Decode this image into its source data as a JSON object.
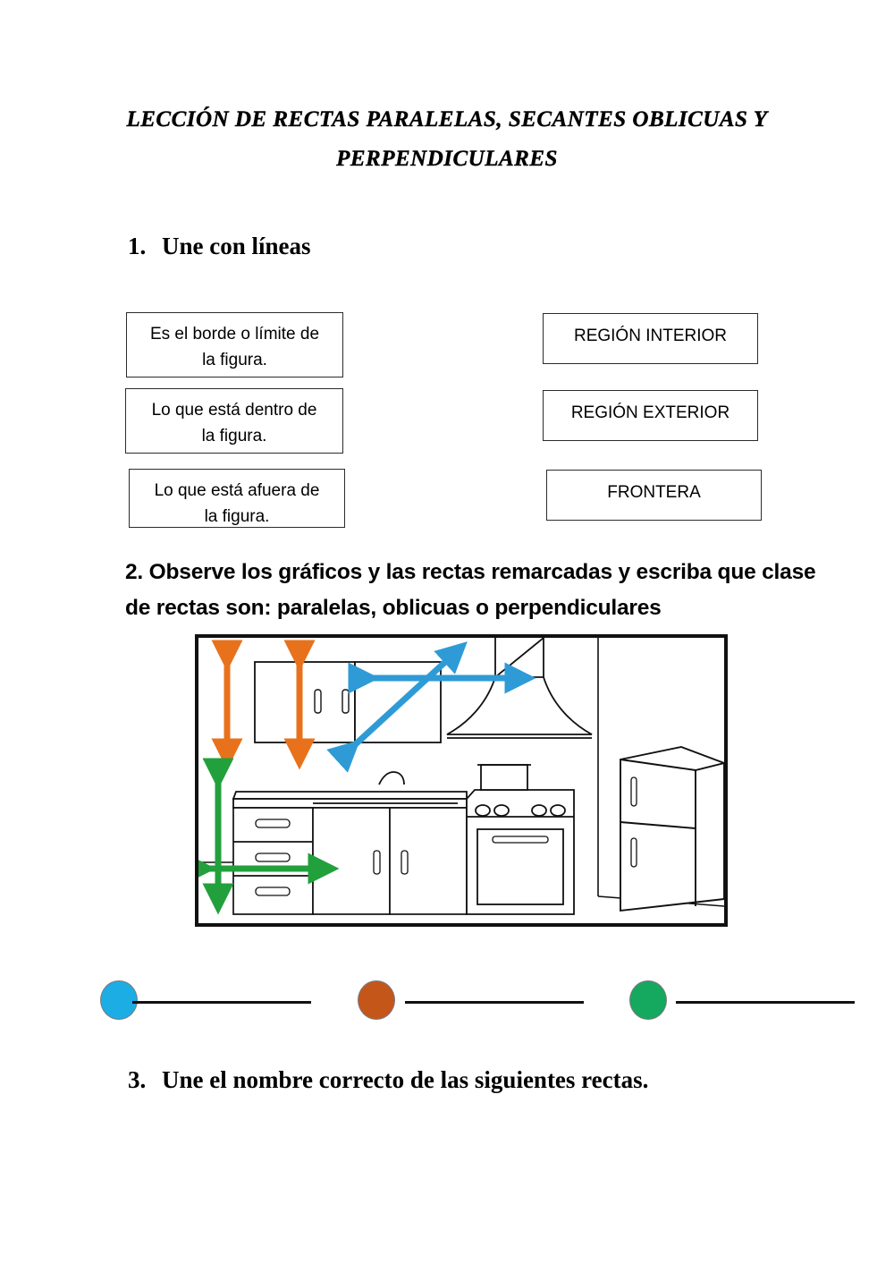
{
  "worksheet": {
    "title_line1": "LECCIÓN DE RECTAS PARALELAS, SECANTES OBLICUAS Y",
    "title_line2": "PERPENDICULARES"
  },
  "exercise1": {
    "number": "1.",
    "heading": "Une con líneas",
    "left_boxes": [
      {
        "line1": "Es el borde o límite de",
        "line2": "la figura."
      },
      {
        "line1": "Lo que está dentro de",
        "line2": "la figura."
      },
      {
        "line1": "Lo que está afuera  de",
        "line2": "la figura."
      }
    ],
    "right_boxes": [
      {
        "label": "REGIÓN INTERIOR"
      },
      {
        "label": "REGIÓN EXTERIOR"
      },
      {
        "label": "FRONTERA"
      }
    ]
  },
  "exercise2": {
    "line1": "2. Observe los gráficos y las rectas remarcadas y escriba que clase",
    "line2": "de rectas son: paralelas, oblicuas o perpendiculares",
    "figure": {
      "caption": "kitchen-line-drawing",
      "items": [
        "upper-cabinets",
        "range-hood",
        "sink",
        "counter-drawers",
        "stove",
        "refrigerator",
        "wall"
      ],
      "marked_lines": [
        {
          "color_name": "blue",
          "color": "#2E9BD6",
          "kind": "secantes oblicuas",
          "target": "range-hood"
        },
        {
          "color_name": "orange",
          "color": "#E8721C",
          "kind": "paralelas",
          "target": "upper-cabinets"
        },
        {
          "color_name": "green",
          "color": "#22A03C",
          "kind": "perpendiculares",
          "target": "counter-drawers"
        }
      ]
    },
    "answers": [
      {
        "color_name": "blue",
        "color": "#1CADE4",
        "answer": ""
      },
      {
        "color_name": "orange",
        "color": "#C4561A",
        "answer": ""
      },
      {
        "color_name": "green",
        "color": "#15A85F",
        "answer": ""
      }
    ]
  },
  "exercise3": {
    "number": "3.",
    "heading": "Une el nombre correcto de las siguientes rectas."
  }
}
